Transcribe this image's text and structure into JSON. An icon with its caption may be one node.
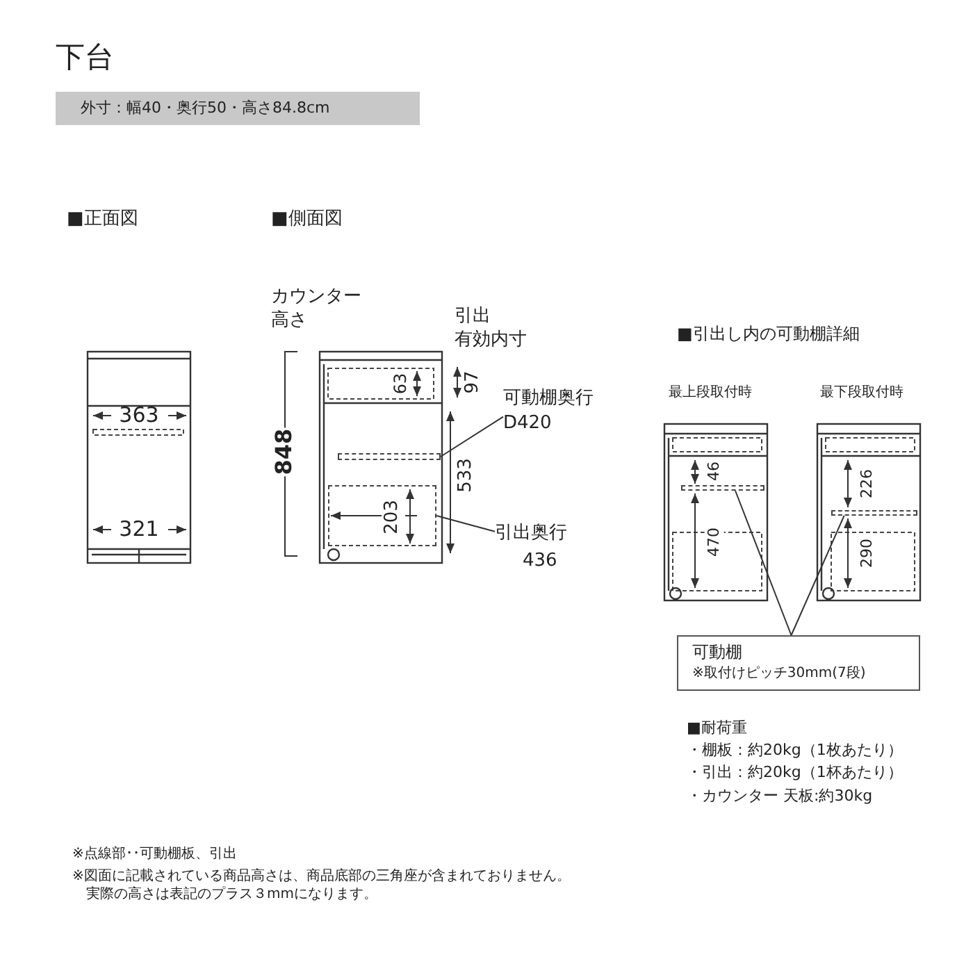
{
  "diagram": {
    "title": "下台",
    "nodes": [
      {
        "text": [
          "可動棚奥行 D420"
        ]
      },
      {
        "text": [],
        "shape": "bar"
      },
      {
        "text": [
          "引出奥行",
          "436"
        ]
      },
      {
        "text": [],
        "shape": "box"
      },
      {
        "text": [
          "可動棚",
          "※取付けピッチ30mm(7段)"
        ]
      },
      {
        "text": [],
        "shape": "bar"
      },
      {
        "text": [],
        "shape": "bar"
      }
    ],
    "edges": [
      {
        "from": 0,
        "to": 1,
        "arrow": "none"
      },
      {
        "from": 2,
        "to": 3,
        "arrow": "none"
      },
      {
        "from": 4,
        "to": 5,
        "arrow": "none"
      },
      {
        "from": 4,
        "to": 6,
        "arrow": "none"
      }
    ],
    "labels": [
      "外寸：幅40・奥行50・高さ84.8cm",
      "■正面図",
      "■側面図",
      "363",
      "321",
      "カウンター高さ",
      "引出有効内寸",
      "848",
      "63",
      "97",
      "533",
      "203",
      "■引出し内の可動棚詳細",
      "最上段取付時",
      "最下段取付時",
      "46",
      "470",
      "226",
      "290",
      "■耐荷重",
      "・棚板：約20kg（1枚あたり）",
      "・引出：約20kg（1杯あたり）",
      "・カウンター 天板:約30kg",
      "※点線部･･可動棚板、引出",
      "※図面に記載されている商品高さは、商品底部の三角座が含まれておりません。実際の高さは表記のプラス３mmになります。"
    ]
  }
}
